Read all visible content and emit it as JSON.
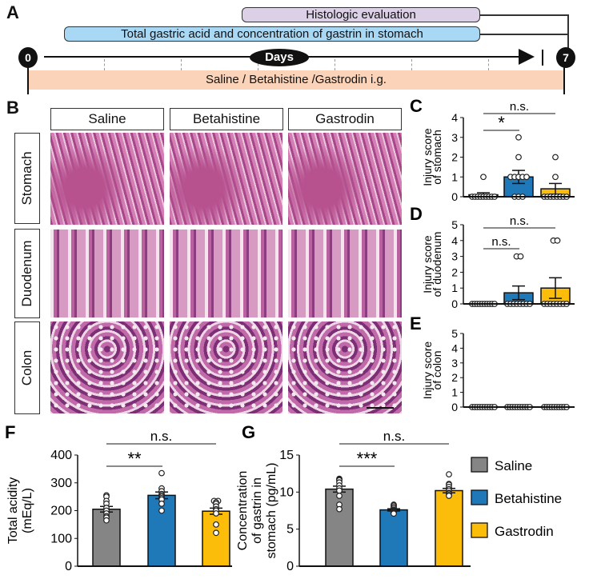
{
  "panelA": {
    "label": "A",
    "histologic": "Histologic evaluation",
    "gastric": "Total gastric acid and concentration of gastrin in stomach",
    "day_start": "0",
    "day_end": "7",
    "days": "Days",
    "treatment": "Saline / Betahistine /Gastrodin  i.g.",
    "colors": {
      "histologic": "#dcd0e6",
      "gastric": "#a9d8f5",
      "treatment": "#fbd3b8"
    }
  },
  "panelB": {
    "label": "B",
    "columns": [
      "Saline",
      "Betahistine",
      "Gastrodin"
    ],
    "rows": [
      "Stomach",
      "Duodenum",
      "Colon"
    ]
  },
  "colors": {
    "Saline": "#858585",
    "Betahistine": "#1f78b8",
    "Gastrodin": "#fcbd0a"
  },
  "legend": [
    "Saline",
    "Betahistine",
    "Gastrodin"
  ],
  "chart_data": [
    {
      "id": "C",
      "label": "C",
      "type": "bar",
      "ylabel": [
        "Injury score",
        "of stomach"
      ],
      "ylim": [
        0,
        4
      ],
      "ticks": [
        0,
        1,
        2,
        3,
        4
      ],
      "categories": [
        "Saline",
        "Betahistine",
        "Gastrodin"
      ],
      "means": [
        0.1,
        1.0,
        0.4
      ],
      "sem": [
        0.1,
        0.33,
        0.27
      ],
      "points": [
        [
          1,
          0,
          0,
          0,
          0,
          0,
          0,
          0,
          0,
          0
        ],
        [
          3,
          2,
          1,
          1,
          1,
          1,
          1,
          0,
          0,
          0
        ],
        [
          2,
          1,
          0,
          0,
          0,
          0,
          0,
          0,
          0,
          0
        ]
      ],
      "sig": [
        {
          "from": 0,
          "to": 2,
          "text": "n.s.",
          "level": 0
        },
        {
          "from": 0,
          "to": 1,
          "text": "*",
          "level": 1
        }
      ]
    },
    {
      "id": "D",
      "label": "D",
      "type": "bar",
      "ylabel": [
        "Injury score",
        "of duodenum"
      ],
      "ylim": [
        0,
        5
      ],
      "ticks": [
        0,
        1,
        2,
        3,
        4,
        5
      ],
      "categories": [
        "Saline",
        "Betahistine",
        "Gastrodin"
      ],
      "means": [
        0,
        0.7,
        1.0
      ],
      "sem": [
        0,
        0.43,
        0.65
      ],
      "points": [
        [
          0,
          0,
          0,
          0,
          0,
          0,
          0,
          0,
          0,
          0
        ],
        [
          3,
          3,
          0,
          0,
          0,
          0,
          0,
          0,
          0,
          0
        ],
        [
          4,
          4,
          0,
          0,
          0,
          0,
          0,
          0,
          0,
          0
        ]
      ],
      "sig": [
        {
          "from": 0,
          "to": 2,
          "text": "n.s.",
          "level": 0
        },
        {
          "from": 0,
          "to": 1,
          "text": "n.s.",
          "level": 1
        }
      ]
    },
    {
      "id": "E",
      "label": "E",
      "type": "bar",
      "ylabel": [
        "Injury score",
        "of colon"
      ],
      "ylim": [
        0,
        5
      ],
      "ticks": [
        0,
        1,
        2,
        3,
        4,
        5
      ],
      "categories": [
        "Saline",
        "Betahistine",
        "Gastrodin"
      ],
      "means": [
        0,
        0,
        0
      ],
      "sem": [
        0,
        0,
        0
      ],
      "points": [
        [
          0,
          0,
          0,
          0,
          0,
          0,
          0,
          0,
          0,
          0
        ],
        [
          0,
          0,
          0,
          0,
          0,
          0,
          0,
          0,
          0,
          0
        ],
        [
          0,
          0,
          0,
          0,
          0,
          0,
          0,
          0,
          0,
          0
        ]
      ],
      "sig": []
    },
    {
      "id": "F",
      "label": "F",
      "type": "bar",
      "ylabel": [
        "Total  acidity",
        "(mEq/L)"
      ],
      "ylim": [
        0,
        400
      ],
      "ticks": [
        0,
        100,
        200,
        300,
        400
      ],
      "categories": [
        "Saline",
        "Betahistine",
        "Gastrodin"
      ],
      "means": [
        205,
        255,
        198
      ],
      "sem": [
        10,
        12,
        11
      ],
      "points": [
        [
          255,
          250,
          235,
          225,
          210,
          200,
          190,
          180,
          175,
          165
        ],
        [
          335,
          280,
          270,
          260,
          255,
          250,
          245,
          240,
          225,
          200
        ],
        [
          235,
          235,
          230,
          225,
          215,
          205,
          200,
          190,
          150,
          120
        ]
      ],
      "sig": [
        {
          "from": 0,
          "to": 2,
          "text": "n.s.",
          "level": 0
        },
        {
          "from": 0,
          "to": 1,
          "text": "**",
          "level": 1
        }
      ]
    },
    {
      "id": "G",
      "label": "G",
      "type": "bar",
      "ylabel": [
        "Concentration",
        "of  gastrin in",
        "stomach (pg/mL)"
      ],
      "ylim": [
        0,
        15
      ],
      "ticks": [
        0,
        5,
        10,
        15
      ],
      "categories": [
        "Saline",
        "Betahistine",
        "Gastrodin"
      ],
      "means": [
        10.4,
        7.6,
        10.2
      ],
      "sem": [
        0.4,
        0.15,
        0.3
      ],
      "points": [
        [
          11.8,
          11.7,
          11.6,
          11.3,
          10.9,
          10.5,
          10.2,
          9.5,
          8.3,
          7.7
        ],
        [
          8.3,
          8.2,
          8.0,
          7.8,
          7.6,
          7.5,
          7.4,
          7.3,
          7.2,
          7.1
        ],
        [
          12.4,
          11.1,
          11.0,
          10.7,
          10.4,
          10.2,
          9.9,
          9.8,
          9.6,
          9.5
        ]
      ],
      "sig": [
        {
          "from": 0,
          "to": 2,
          "text": "n.s.",
          "level": 0
        },
        {
          "from": 0,
          "to": 1,
          "text": "***",
          "level": 1
        }
      ]
    }
  ]
}
